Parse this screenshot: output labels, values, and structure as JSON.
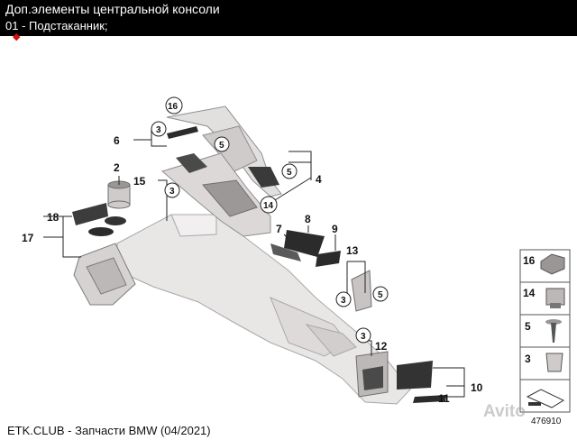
{
  "header": {
    "title": "Доп.элементы центральной консоли",
    "subtitle": "01 - Подстаканник;"
  },
  "selection_marker": "◆",
  "colors": {
    "header_bg": "#000000",
    "header_text": "#ffffff",
    "highlight": "#d01010",
    "part_fill": "#e9e6e6",
    "part_stroke": "#9a9a9a",
    "dark_part": "#2b2b2b"
  },
  "callouts": {
    "c2": "2",
    "c4": "4",
    "c6": "6",
    "c7": "7",
    "c8": "8",
    "c9": "9",
    "c10": "10",
    "c11": "11",
    "c12": "12",
    "c13": "13",
    "c15": "15",
    "c16": "16",
    "c17": "17",
    "c18": "18"
  },
  "circled": {
    "r3": "3",
    "r5": "5",
    "r14": "14",
    "r16": "16"
  },
  "legend": {
    "items": [
      "16",
      "14",
      "5",
      "3",
      ""
    ]
  },
  "footer": "ETK.CLUB - Запчасти BMW (04/2021)",
  "reference_id": "476910",
  "watermark": "Avito"
}
